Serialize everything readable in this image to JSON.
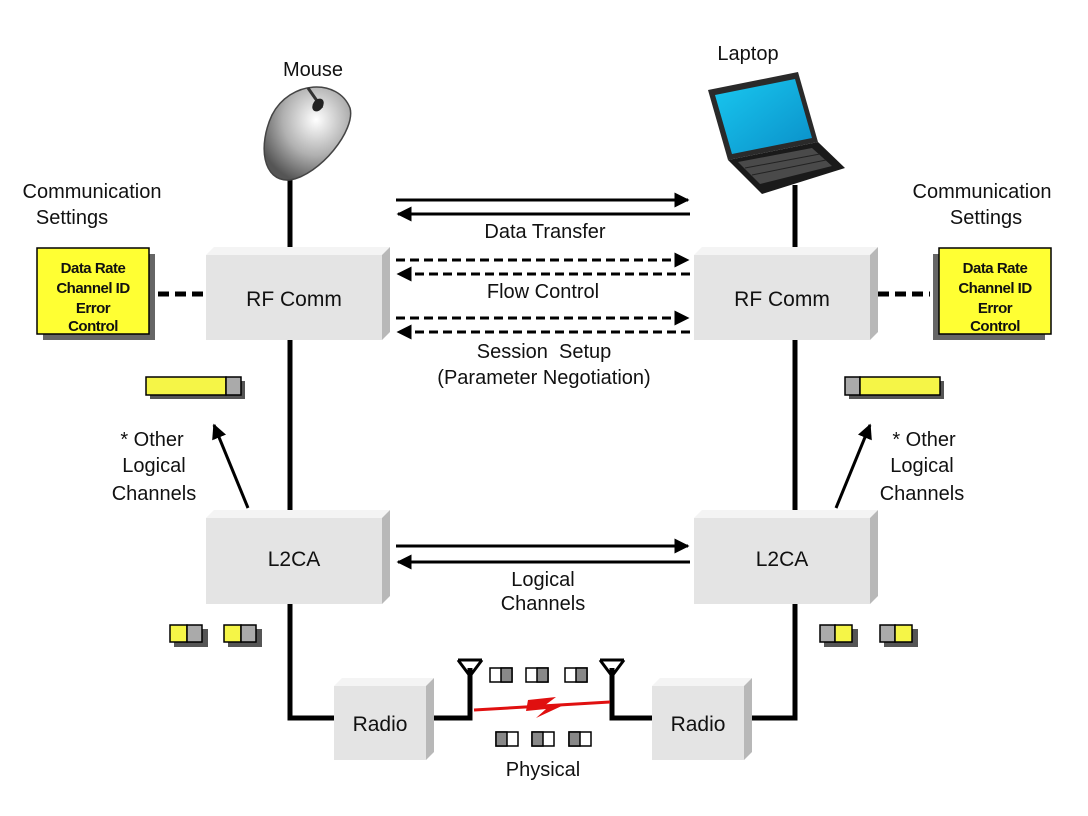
{
  "devices": {
    "mouse": {
      "label": "Mouse"
    },
    "laptop": {
      "label": "Laptop"
    }
  },
  "layers": {
    "rfcomm": "RF Comm",
    "l2ca": "L2CA",
    "radio": "Radio"
  },
  "communication_settings": {
    "title_line1": "Communication",
    "title_line2": "Settings",
    "items": [
      "Data Rate",
      "Channel ID",
      "Error",
      "Control"
    ]
  },
  "flows": {
    "data_transfer": "Data Transfer",
    "flow_control": "Flow Control",
    "session_setup_line1": "Session  Setup",
    "session_setup_line2": "(Parameter Negotiation)",
    "logical_channels_line1": "Logical",
    "logical_channels_line2": "Channels",
    "physical": "Physical"
  },
  "other_channels": {
    "line1": "* Other",
    "line2": "Logical",
    "line3": "Channels"
  },
  "colors": {
    "settings_fill": "#ffff33",
    "channel_fill": "#f5f547",
    "box_fill": "#e4e4e4",
    "radio_link": "#e01010"
  }
}
